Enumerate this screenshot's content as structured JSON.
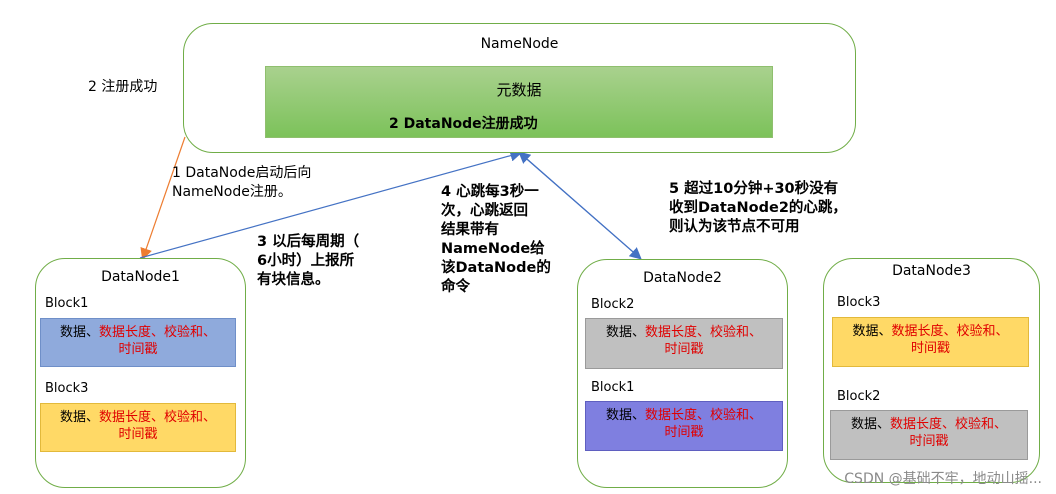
{
  "namenode": {
    "title": "NameNode",
    "metadata_title": "元数据",
    "metadata_status": "2 DataNode注册成功"
  },
  "datanodes": [
    {
      "title": "DataNode1",
      "blocks": [
        {
          "label": "Block1",
          "text_black": "数据、",
          "text_red_line1": "数据长度、校验和、",
          "text_red_line2": "时间戳"
        },
        {
          "label": "Block3",
          "text_black": "数据、",
          "text_red_line1": "数据长度、校验和、",
          "text_red_line2": "时间戳"
        }
      ]
    },
    {
      "title": "DataNode2",
      "blocks": [
        {
          "label": "Block2",
          "text_black": "数据、",
          "text_red_line1": "数据长度、校验和、",
          "text_red_line2": "时间戳"
        },
        {
          "label": "Block1",
          "text_black": "数据、",
          "text_red_line1": "数据长度、校验和、",
          "text_red_line2": "时间戳"
        }
      ]
    },
    {
      "title": "DataNode3",
      "blocks": [
        {
          "label": "Block3",
          "text_black": "数据、",
          "text_red_line1": "数据长度、校验和、",
          "text_red_line2": "时间戳"
        },
        {
          "label": "Block2",
          "text_black": "数据、",
          "text_red_line1": "数据长度、校验和、",
          "text_red_line2": "时间戳"
        }
      ]
    }
  ],
  "notes": {
    "register_success": "2 注册成功",
    "register_request": "1 DataNode启动后向\nNameNode注册。",
    "block_report": "3 以后每周期（\n6小时）上报所\n有块信息。",
    "heartbeat": "4 心跳每3秒一\n次，心跳返回\n结果带有\nNameNode给\n该DataNode的\n命令",
    "timeout": "5 超过10分钟+30秒没有\n收到DataNode2的心跳，\n则认为该节点不可用"
  },
  "colors": {
    "node_border": "#70ad47",
    "metadata_fill": "#a9d18e",
    "register_arrow": "#ed7d31",
    "heartbeat_arrow": "#4472c4",
    "highlight_text": "#e00000"
  },
  "watermark": "CSDN @基础不牢，地动山摇..."
}
